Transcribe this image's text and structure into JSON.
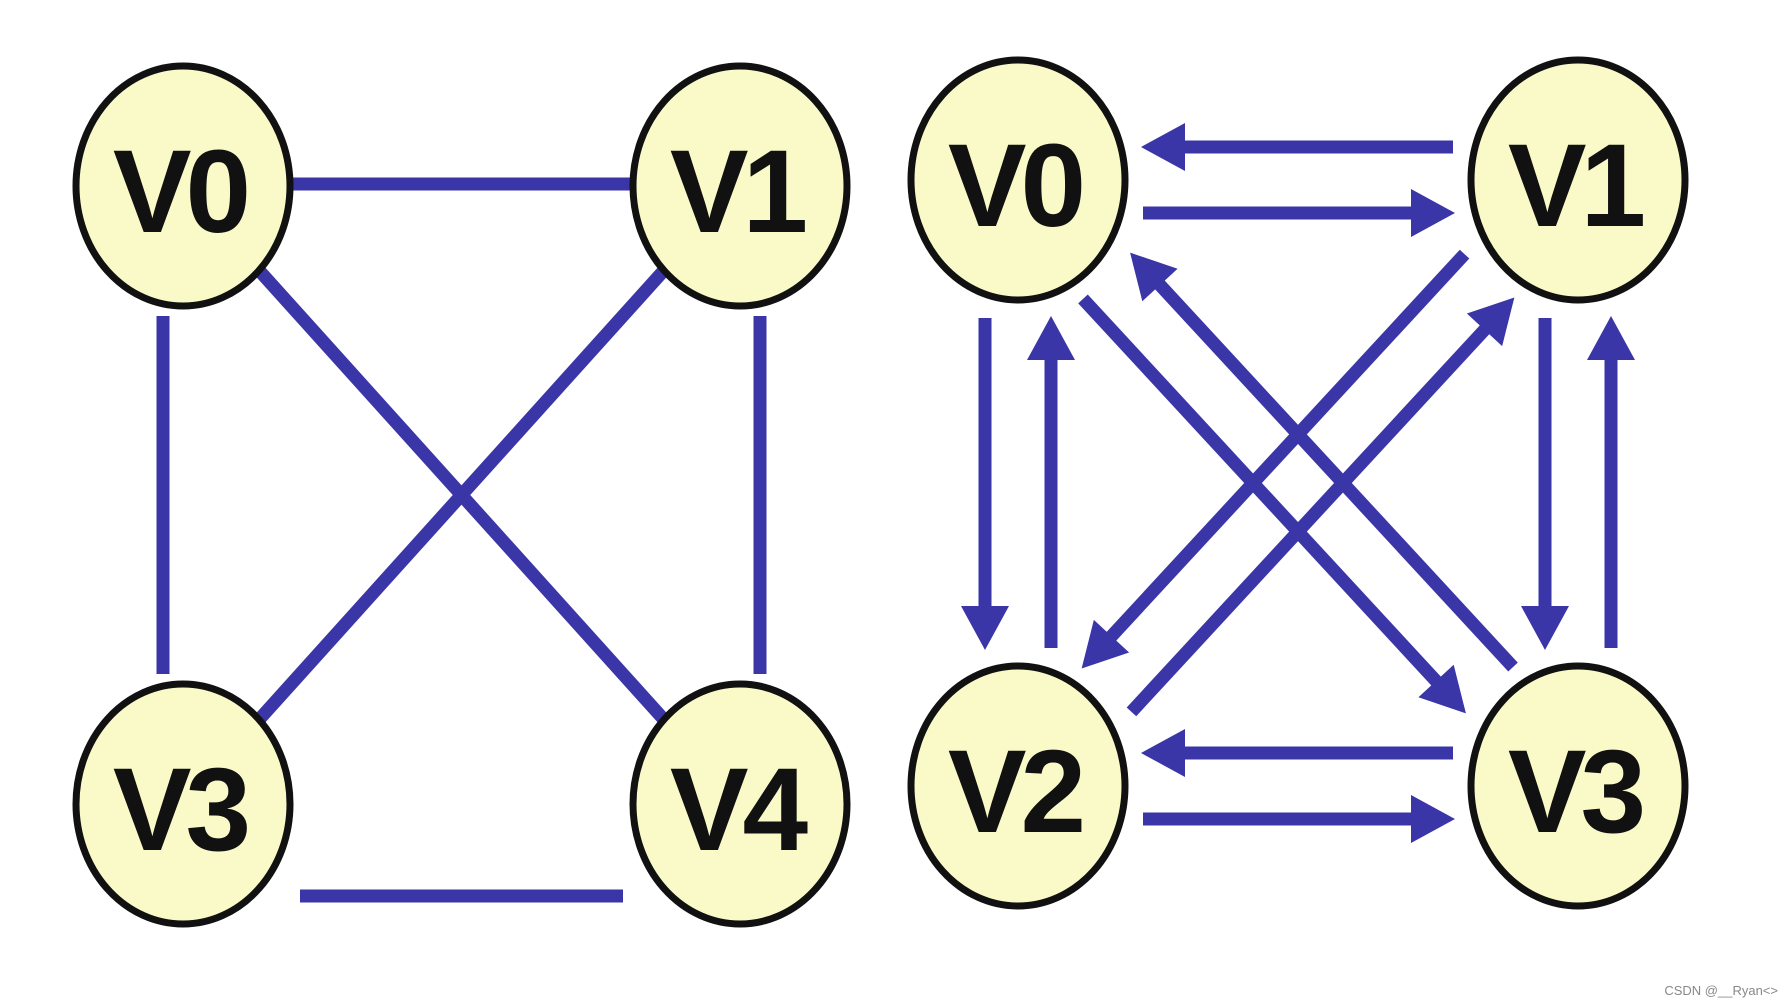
{
  "undirected_graph": {
    "nodes": [
      {
        "id": "V0",
        "label": "V0"
      },
      {
        "id": "V1",
        "label": "V1"
      },
      {
        "id": "V3",
        "label": "V3"
      },
      {
        "id": "V4",
        "label": "V4"
      }
    ],
    "edges": [
      [
        "V0",
        "V1"
      ],
      [
        "V0",
        "V3"
      ],
      [
        "V0",
        "V4"
      ],
      [
        "V1",
        "V3"
      ],
      [
        "V1",
        "V4"
      ],
      [
        "V3",
        "V4"
      ]
    ]
  },
  "directed_graph": {
    "nodes": [
      {
        "id": "V0",
        "label": "V0"
      },
      {
        "id": "V1",
        "label": "V1"
      },
      {
        "id": "V2",
        "label": "V2"
      },
      {
        "id": "V3",
        "label": "V3"
      }
    ],
    "arcs": [
      [
        "V1",
        "V0"
      ],
      [
        "V0",
        "V1"
      ],
      [
        "V0",
        "V2"
      ],
      [
        "V2",
        "V0"
      ],
      [
        "V1",
        "V3"
      ],
      [
        "V3",
        "V1"
      ],
      [
        "V3",
        "V2"
      ],
      [
        "V2",
        "V3"
      ],
      [
        "V0",
        "V3"
      ],
      [
        "V3",
        "V0"
      ],
      [
        "V2",
        "V1"
      ],
      [
        "V1",
        "V2"
      ]
    ]
  },
  "colors": {
    "edge": "#3a36a8",
    "node_fill": "#fafac8",
    "node_stroke": "#111111"
  },
  "watermark": "CSDN @__Ryan<>"
}
